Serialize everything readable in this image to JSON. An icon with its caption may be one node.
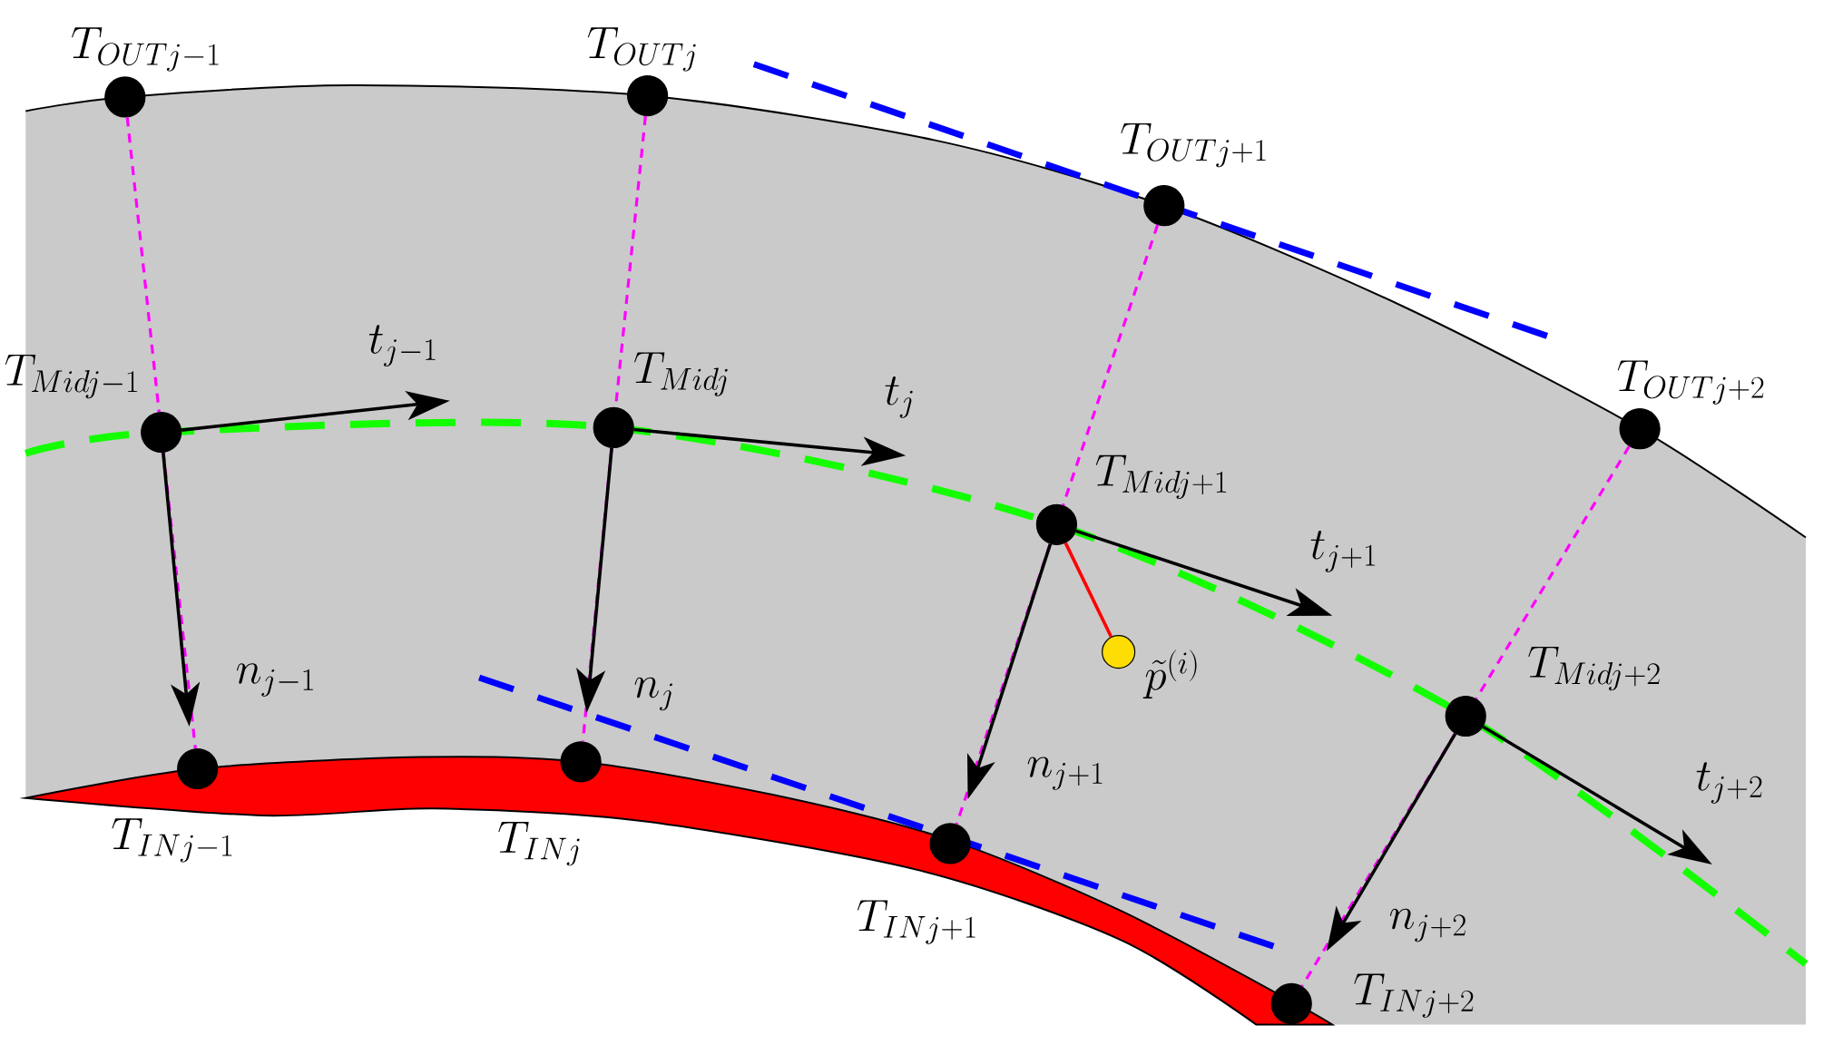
{
  "diagram": {
    "nodes": [
      {
        "text": [],
        "shape": "circle",
        "beside": [
          "T_{OUTj-1}"
        ]
      },
      {
        "text": [],
        "shape": "circle",
        "beside": [
          "T_{OUTj}"
        ]
      },
      {
        "text": [],
        "shape": "circle",
        "beside": [
          "T_{OUTj+1}"
        ]
      },
      {
        "text": [],
        "shape": "circle",
        "beside": [
          "T_{OUTj+2}"
        ]
      },
      {
        "text": [],
        "shape": "circle",
        "beside": [
          "T_{Midj-1}"
        ]
      },
      {
        "text": [],
        "shape": "circle",
        "beside": [
          "T_{Midj}"
        ]
      },
      {
        "text": [],
        "shape": "circle",
        "beside": [
          "T_{Midj+1}"
        ]
      },
      {
        "text": [],
        "shape": "circle",
        "beside": [
          "T_{Midj+2}"
        ]
      },
      {
        "text": [],
        "shape": "circle",
        "beside": [
          "T_{INj-1}"
        ]
      },
      {
        "text": [],
        "shape": "circle",
        "beside": [
          "T_{INj}"
        ]
      },
      {
        "text": [],
        "shape": "circle",
        "beside": [
          "T_{INj+1}"
        ]
      },
      {
        "text": [],
        "shape": "circle",
        "beside": [
          "T_{INj+2}"
        ]
      },
      {
        "text": [],
        "shape": "circle",
        "beside": [
          "\\tilde{p}^{(i)}"
        ]
      }
    ],
    "edges": [
      {
        "from": 0,
        "to": 4,
        "arrow": "none",
        "style": "dashed",
        "color": "#ff00ff"
      },
      {
        "from": 1,
        "to": 5,
        "arrow": "none",
        "style": "dashed",
        "color": "#ff00ff"
      },
      {
        "from": 2,
        "to": 6,
        "arrow": "none",
        "style": "dashed",
        "color": "#ff00ff"
      },
      {
        "from": 3,
        "to": 7,
        "arrow": "none",
        "style": "dashed",
        "color": "#ff00ff"
      },
      {
        "from": 4,
        "to": 8,
        "arrow": "none",
        "style": "dashed",
        "color": "#ff00ff"
      },
      {
        "from": 5,
        "to": 9,
        "arrow": "none",
        "style": "dashed",
        "color": "#ff00ff"
      },
      {
        "from": 6,
        "to": 10,
        "arrow": "none",
        "style": "dashed",
        "color": "#ff00ff"
      },
      {
        "from": 7,
        "to": 11,
        "arrow": "none",
        "style": "dashed",
        "color": "#ff00ff"
      },
      {
        "from": 4,
        "to": null,
        "arrow": "to",
        "label": "t_{j-1}",
        "color": "#000000"
      },
      {
        "from": 5,
        "to": null,
        "arrow": "to",
        "label": "t_{j}",
        "color": "#000000"
      },
      {
        "from": 6,
        "to": null,
        "arrow": "to",
        "label": "t_{j+1}",
        "color": "#000000"
      },
      {
        "from": 7,
        "to": null,
        "arrow": "to",
        "label": "t_{j+2}",
        "color": "#000000"
      },
      {
        "from": 4,
        "to": null,
        "arrow": "to",
        "label": "n_{j-1}",
        "color": "#000000"
      },
      {
        "from": 5,
        "to": null,
        "arrow": "to",
        "label": "n_{j}",
        "color": "#000000"
      },
      {
        "from": 6,
        "to": null,
        "arrow": "to",
        "label": "n_{j+1}",
        "color": "#000000"
      },
      {
        "from": 7,
        "to": null,
        "arrow": "to",
        "label": "n_{j+2}",
        "color": "#000000"
      },
      {
        "from": 6,
        "to": 12,
        "arrow": "none",
        "color": "#ff0000"
      }
    ]
  }
}
